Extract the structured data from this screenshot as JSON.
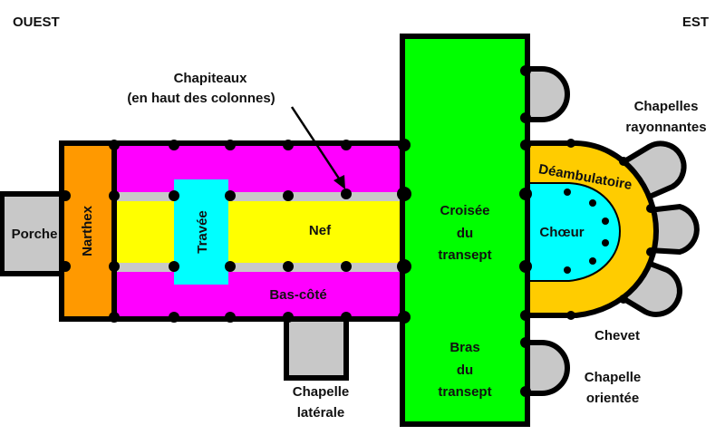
{
  "orientation": {
    "west": "OUEST",
    "east": "EST"
  },
  "labels": {
    "porche": "Porche",
    "narthex": "Narthex",
    "travee": "Travée",
    "nef": "Nef",
    "bas_cote": "Bas-côté",
    "croisee": [
      "Croisée",
      "du",
      "transept"
    ],
    "bras": [
      "Bras",
      "du",
      "transept"
    ],
    "choeur": "Chœur",
    "deambulatoire": "Déambulatoire",
    "chevet": "Chevet"
  },
  "annotations": {
    "chapiteaux": [
      "Chapiteaux",
      "(en haut des colonnes)"
    ],
    "chapelle_laterale": [
      "Chapelle",
      "latérale"
    ],
    "chapelles_rayonnantes": [
      "Chapelles",
      "rayonnantes"
    ],
    "chapelle_orientee": [
      "Chapelle",
      "orientée"
    ]
  },
  "colors": {
    "outline": "#000000",
    "porche": "#c8c8c8",
    "narthex": "#ff9900",
    "bas_cote": "#ff00ff",
    "nef": "#ffff00",
    "travee": "#00ffff",
    "transept": "#00ff00",
    "deambulatoire": "#ffcc00",
    "choeur": "#00ffff",
    "chapelle": "#c8c8c8"
  }
}
